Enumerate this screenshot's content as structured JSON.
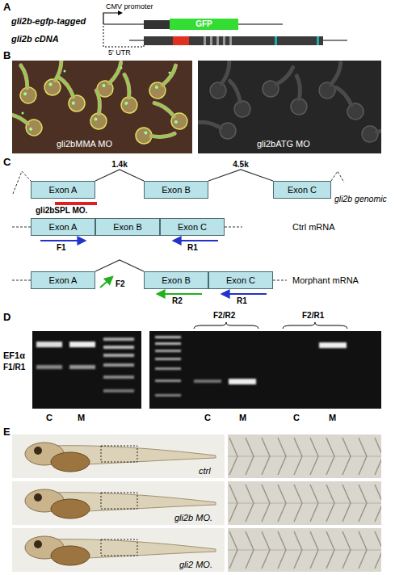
{
  "diagram": {
    "nodes": [
      {
        "text": [
          "GFP"
        ]
      },
      {
        "text": [
          "Exon A"
        ]
      },
      {
        "text": [
          "Exon B"
        ]
      },
      {
        "text": [
          "Exon C"
        ]
      },
      {
        "text": [
          "Exon A"
        ]
      },
      {
        "text": [
          "Exon B"
        ]
      },
      {
        "text": [
          "Exon C"
        ]
      },
      {
        "text": [
          "Exon A"
        ]
      },
      {
        "text": [
          "Exon B"
        ]
      },
      {
        "text": [
          "Exon C"
        ]
      }
    ],
    "edges": [
      {
        "from": 1,
        "to": 2,
        "label": "1.4k",
        "arrow": "none"
      },
      {
        "from": 2,
        "to": 3,
        "label": "4.5k",
        "arrow": "none"
      },
      {
        "from": 7,
        "to": 8,
        "arrow": "none"
      }
    ],
    "labels": [
      "A",
      "CMV promoter",
      "gli2b-egfp-tagged",
      "gli2b cDNA",
      "5' UTR",
      "B",
      "gli2bMMA MO",
      "gli2bATG MO",
      "C",
      "gli2b genomic",
      "gli2bSPL MO.",
      "Ctrl mRNA",
      "F1",
      "R1",
      "F2",
      "Morphant mRNA",
      "R2",
      "R1",
      "D",
      "EF1α",
      "F1/R1",
      "C",
      "M",
      "F2/R2",
      "F2/R1",
      "C",
      "M",
      "C",
      "M",
      "E",
      "ctrl",
      "gli2b MO.",
      "gli2 MO."
    ]
  }
}
